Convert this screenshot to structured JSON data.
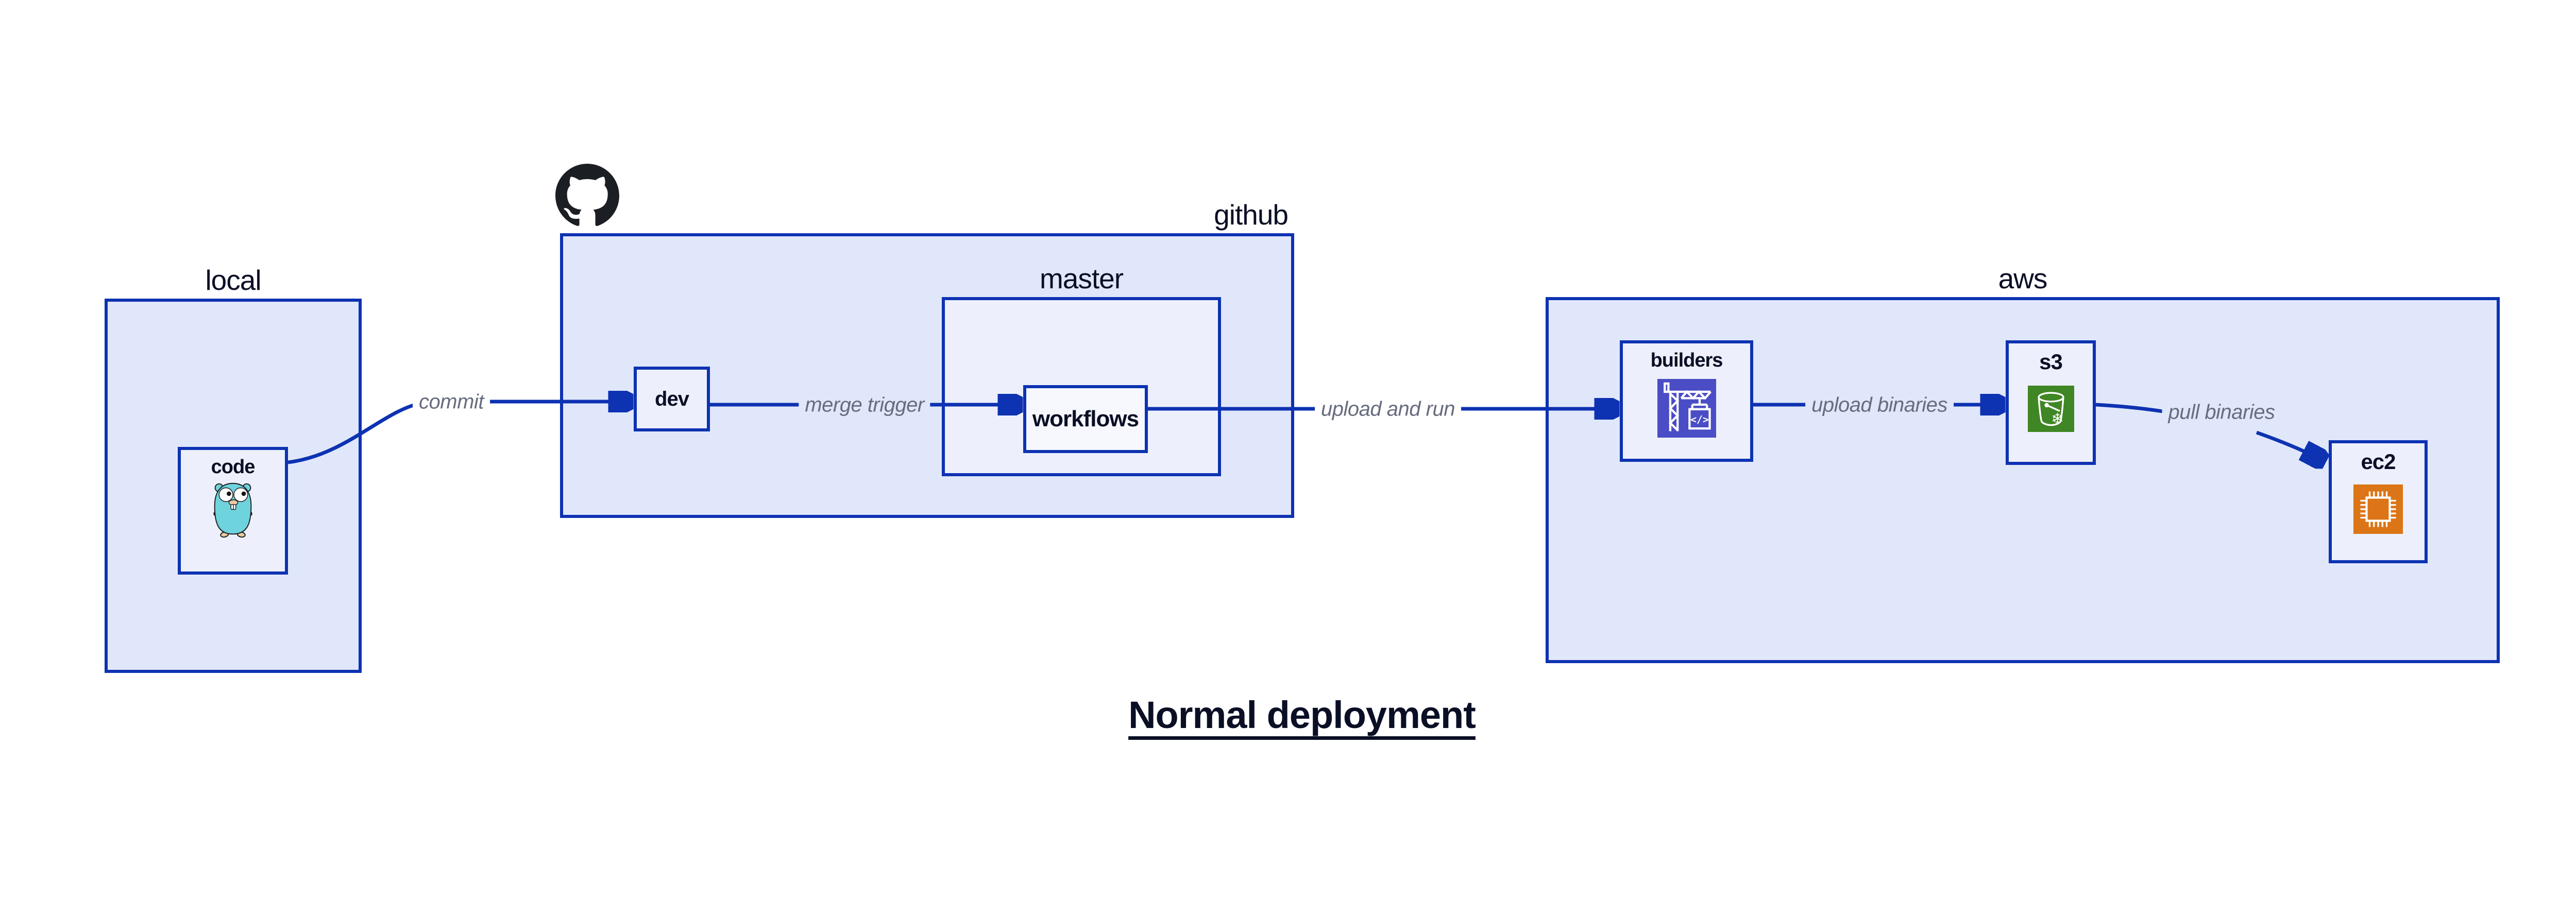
{
  "title": {
    "text": "Normal deployment"
  },
  "containers": {
    "local": {
      "label": "local"
    },
    "github": {
      "label": "github"
    },
    "master": {
      "label": "master"
    },
    "aws": {
      "label": "aws"
    }
  },
  "nodes": {
    "code": {
      "label": "code",
      "icon": "go-gopher-icon"
    },
    "dev": {
      "label": "dev"
    },
    "workflows": {
      "label": "workflows"
    },
    "builders": {
      "label": "builders",
      "icon": "codebuild-crane-icon"
    },
    "s3": {
      "label": "s3",
      "icon": "s3-bucket-snowflake-icon"
    },
    "ec2": {
      "label": "ec2",
      "icon": "ec2-chip-icon"
    }
  },
  "edges": {
    "commit": {
      "label": "commit"
    },
    "merge_trigger": {
      "label": "merge trigger"
    },
    "upload_and_run": {
      "label": "upload and run"
    },
    "upload_binaries": {
      "label": "upload binaries"
    },
    "pull_binaries": {
      "label": "pull binaries"
    }
  },
  "icons": {
    "github_logo": "github-octocat-icon",
    "codebuild_code_glyph": "</>",
    "s3_snowflake_glyph": "❄"
  },
  "colors": {
    "border_and_arrow_blue": "#0D32B2",
    "container_fill": "#E1E7FA",
    "node_fill": "#EDF0FC",
    "innermost_node_fill": "#F6F8FE",
    "label_navy": "#0A0F25",
    "edge_label_gray": "#676C7E",
    "codebuild_indigo": "#4A4DC5",
    "s3_green": "#3F8624",
    "ec2_orange": "#DC7517",
    "gopher_teal": "#6FD3DD",
    "octocat_black": "#1B1F23"
  }
}
